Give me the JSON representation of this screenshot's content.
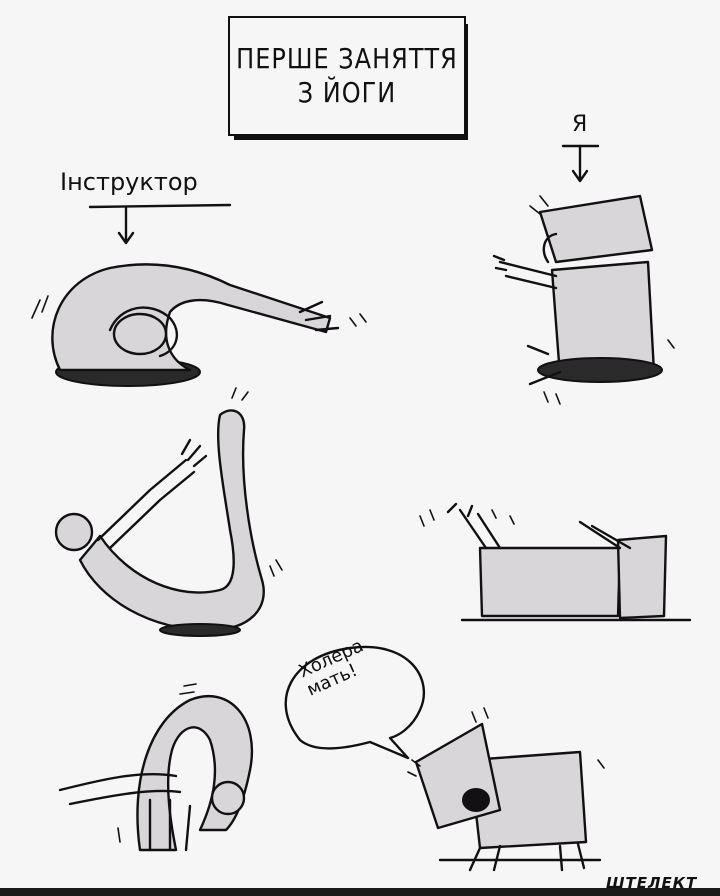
{
  "title": {
    "line1": "ПЕРШЕ ЗАНЯТТЯ",
    "line2": "З ЙОГИ"
  },
  "labels": {
    "instructor": "Інструктор",
    "me": "Я"
  },
  "speech_bubble": {
    "line1": "Холера",
    "line2": "мать!"
  },
  "watermark": "ШТЕЛЕКТ"
}
